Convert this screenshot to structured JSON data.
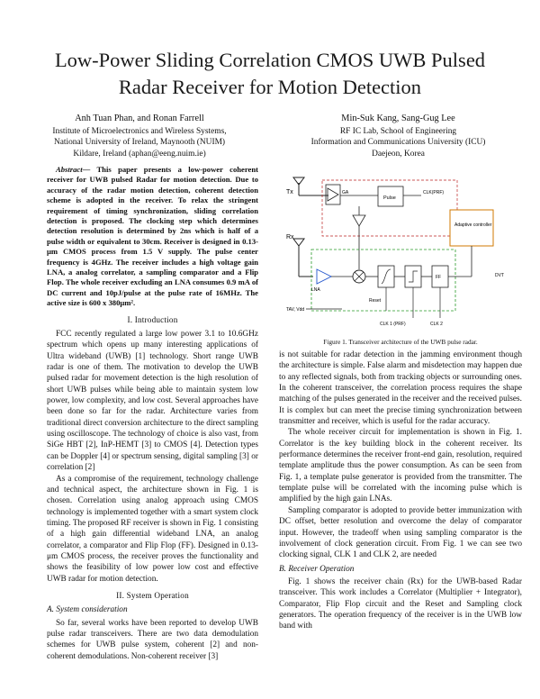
{
  "title_line1": "Low-Power Sliding Correlation CMOS UWB Pulsed",
  "title_line2": "Radar Receiver for Motion Detection",
  "authors_left": {
    "names": "Anh Tuan Phan, and Ronan Farrell",
    "aff1": "Institute of Microelectronics and Wireless Systems,",
    "aff2": "National University of Ireland, Maynooth (NUIM)",
    "aff3": "Kildare, Ireland (aphan@eeng.nuim.ie)"
  },
  "authors_right": {
    "names": "Min-Suk Kang, Sang-Gug Lee",
    "aff1": "RF IC Lab, School of Engineering",
    "aff2": "Information and Communications University (ICU)",
    "aff3": "Daejeon, Korea"
  },
  "abstract_label": "Abstract",
  "abstract_text": "— This paper presents a low-power coherent receiver for UWB pulsed Radar for motion detection. Due to accuracy of the radar motion detection, coherent detection scheme is adopted in the receiver. To relax the stringent requirement of timing synchronization, sliding correlation detection is proposed. The clocking step which determines detection resolution is determined by 2ns which is half of a pulse width or equivalent to 30cm. Receiver is designed in 0.13-μm CMOS process from 1.5 V supply. The pulse center frequency is 4GHz. The receiver includes a high voltage gain LNA, a analog correlator, a sampling comparator and a Flip Flop. The whole receiver excluding an LNA consumes 0.9 mA of DC current and 10pJ/pulse at the pulse rate of 16MHz. The active size is 600 x 380μm².",
  "section1_heading": "I.   Introduction",
  "intro_p1": "FCC recently regulated a large low power 3.1 to 10.6GHz spectrum which opens up many interesting applications of Ultra wideband (UWB) [1] technology. Short range UWB radar is one of them. The motivation to develop the UWB pulsed radar for movement detection is the high resolution of short UWB pulses while being able to maintain system low power, low complexity, and low cost. Several approaches have been done so far for the radar. Architecture varies from traditional direct conversion architecture to the direct sampling using oscilloscope. The technology of choice is also vast, from SiGe HBT [2], InP-HEMT [3] to CMOS [4]. Detection types can be Doppler [4] or spectrum sensing, digital sampling [3] or correlation [2]",
  "intro_p2": "As a compromise of the requirement, technology challenge and technical aspect, the architecture shown in Fig. 1 is chosen. Correlation using analog approach using CMOS technology is implemented together with a smart system clock timing. The proposed RF receiver is shown in Fig. 1 consisting of a high gain differential wideband LNA, an analog correlator, a comparator and Flip Flop (FF). Designed in 0.13-μm CMOS process, the receiver proves the functionality and shows the feasibility of low power low cost and effective UWB radar for motion detection.",
  "section2_heading": "II.   System Operation",
  "subsection_a": "A.   System consideration",
  "sys_p1": "So far, several works have been reported to develop UWB pulse radar transceivers. There are two data demodulation schemes for UWB pulse system, coherent [2] and non-coherent demodulations. Non-coherent receiver [3]",
  "fig_caption": "Figure 1.    Transceiver architecture of the UWB pulse radar.",
  "right_p1": "is not suitable for radar detection in the jamming environment though the architecture is simple. False alarm and misdetection may happen due to any reflected signals, both from tracking objects or surrounding ones. In the coherent transceiver, the correlation process requires the shape matching of the pulses generated in the receiver and the received pulses. It is complex but can meet the precise timing synchronization between transmitter and receiver, which is useful for the radar accuracy.",
  "right_p2": "The whole receiver circuit for implementation is shown in Fig. 1. Correlator is the key building block in the coherent receiver. Its performance determines the receiver front-end gain, resolution, required template amplitude thus the power consumption. As can be seen from Fig. 1, a template pulse generator is provided from the transmitter. The template pulse will be correlated with the incoming pulse which is amplified by the high gain LNAs.",
  "right_p3": "Sampling comparator is adopted to provide better immunization with DC offset, better resolution and overcome the delay of comparator input. However, the tradeoff when using sampling comparator is the involvement of clock generation circuit. From Fig. 1 we can see two clocking signal, CLK 1 and CLK 2, are needed",
  "subsection_b": "B.   Receiver Operation",
  "right_p4": "Fig. 1 shows the receiver chain (Rx) for the UWB-based Radar transceiver. This work includes a Correlator (Multiplier + Integrator), Comparator, Flip Flop circuit and the Reset and Sampling clock generators. The operation frequency of the receiver is in the UWB low band with",
  "figure_labels": {
    "tx": "Tx",
    "rx": "Rx",
    "pulse": "Pulse",
    "clk_prf": "CLK(PRF)",
    "adaptive": "Adaptive controller",
    "ga": "GA",
    "lna": "LNA",
    "reset": "Reset",
    "tavg": "TAV, Vdd",
    "ff": "FF",
    "clk1": "CLK 1 (PRF)",
    "clk2": "CLK 2",
    "dvt": "DVT"
  }
}
